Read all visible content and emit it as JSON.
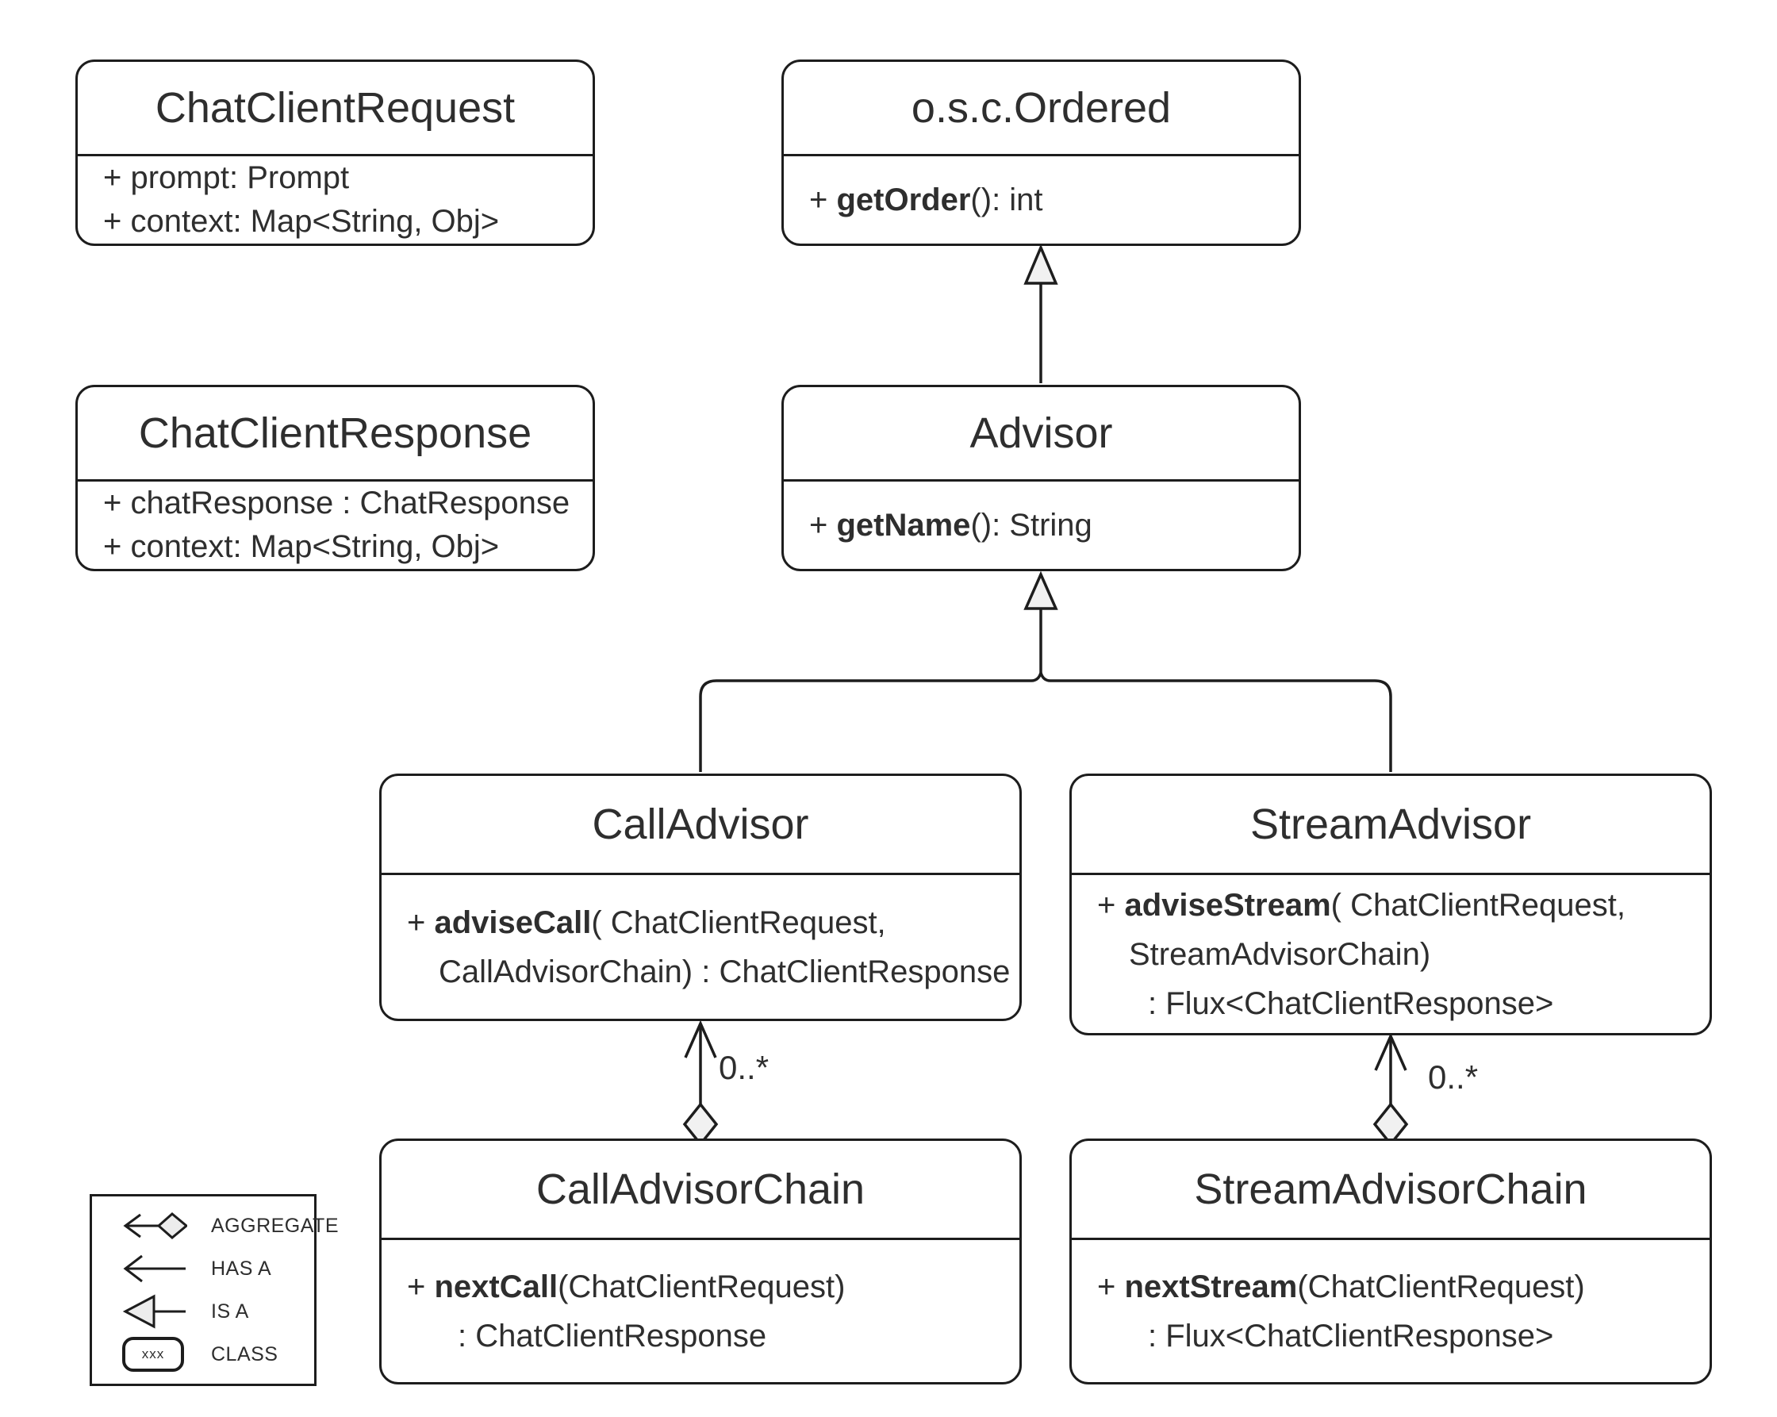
{
  "colors": {
    "stroke": "#1d1d1d",
    "text": "#2e2e2e",
    "arrow-fill": "#f1f1f1",
    "background": "#ffffff"
  },
  "diagram": {
    "classes": [
      {
        "id": "chat-client-request",
        "title": "ChatClientRequest",
        "members": [
          {
            "pre": "+ prompt: Prompt",
            "bold": "",
            "post": ""
          },
          {
            "pre": "+ context: Map<String, Obj>",
            "bold": "",
            "post": ""
          }
        ]
      },
      {
        "id": "osc-ordered",
        "title": "o.s.c.Ordered",
        "members": [
          {
            "pre": "+ ",
            "bold": "getOrder",
            "post": "(): int"
          }
        ]
      },
      {
        "id": "chat-client-response",
        "title": "ChatClientResponse",
        "members": [
          {
            "pre": "+ chatResponse : ChatResponse",
            "bold": "",
            "post": ""
          },
          {
            "pre": "+ context: Map<String, Obj>",
            "bold": "",
            "post": ""
          }
        ]
      },
      {
        "id": "advisor",
        "title": "Advisor",
        "members": [
          {
            "pre": "+ ",
            "bold": "getName",
            "post": "(): String"
          }
        ]
      },
      {
        "id": "call-advisor",
        "title": "CallAdvisor",
        "members": [
          {
            "pre": "+ ",
            "bold": "adviseCall",
            "post": "( ChatClientRequest,"
          },
          {
            "pre": "CallAdvisorChain) : ChatClientResponse",
            "bold": "",
            "post": ""
          }
        ]
      },
      {
        "id": "stream-advisor",
        "title": "StreamAdvisor",
        "members": [
          {
            "pre": "+ ",
            "bold": "adviseStream",
            "post": "( ChatClientRequest,"
          },
          {
            "pre": "StreamAdvisorChain)",
            "bold": "",
            "post": ""
          },
          {
            "pre": ": Flux<ChatClientResponse>",
            "bold": "",
            "post": ""
          }
        ]
      },
      {
        "id": "call-advisor-chain",
        "title": "CallAdvisorChain",
        "members": [
          {
            "pre": "+ ",
            "bold": "nextCall",
            "post": "(ChatClientRequest)"
          },
          {
            "pre": ": ChatClientResponse",
            "bold": "",
            "post": ""
          }
        ]
      },
      {
        "id": "stream-advisor-chain",
        "title": "StreamAdvisorChain",
        "members": [
          {
            "pre": "+ ",
            "bold": "nextStream",
            "post": "(ChatClientRequest)"
          },
          {
            "pre": ": Flux<ChatClientResponse>",
            "bold": "",
            "post": ""
          }
        ]
      }
    ],
    "relations": [
      {
        "type": "is-a",
        "from": "Advisor",
        "to": "o.s.c.Ordered",
        "multiplicity": ""
      },
      {
        "type": "is-a",
        "from": "CallAdvisor",
        "to": "Advisor",
        "multiplicity": ""
      },
      {
        "type": "is-a",
        "from": "StreamAdvisor",
        "to": "Advisor",
        "multiplicity": ""
      },
      {
        "type": "aggregate",
        "from": "CallAdvisorChain",
        "to": "CallAdvisor",
        "multiplicity": "0..*"
      },
      {
        "type": "aggregate",
        "from": "StreamAdvisorChain",
        "to": "StreamAdvisor",
        "multiplicity": "0..*"
      }
    ]
  },
  "legend": {
    "items": [
      {
        "label": "AGGREGATE",
        "sample": ""
      },
      {
        "label": "HAS A",
        "sample": ""
      },
      {
        "label": "IS A",
        "sample": ""
      },
      {
        "label": "CLASS",
        "sample": "xxx"
      }
    ]
  }
}
